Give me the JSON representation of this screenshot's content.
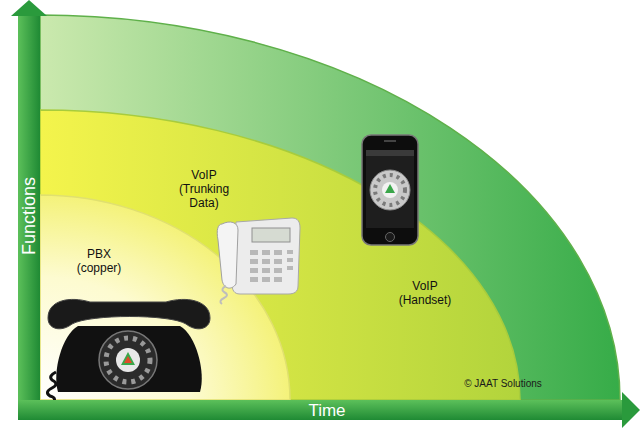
{
  "diagram": {
    "nodes": [
      {
        "text": [
          "VoIP (Handset)"
        ]
      },
      {
        "text": [
          "VoIP (Trunking Data)"
        ],
        "in": 0
      },
      {
        "text": [
          "PBX (copper)"
        ],
        "in": 1
      }
    ],
    "labels": [
      "Functions",
      "Time",
      "© JAAT Solutions"
    ]
  }
}
